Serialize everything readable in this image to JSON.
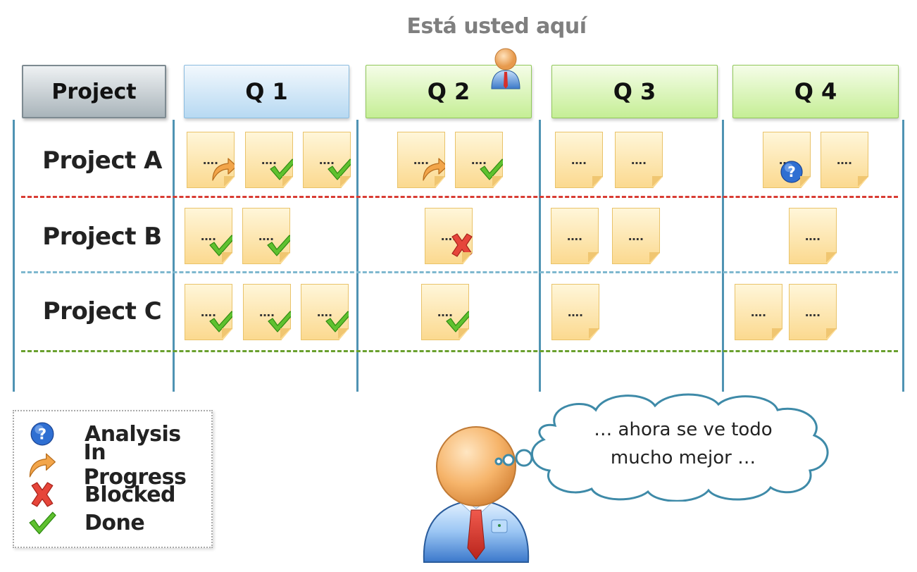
{
  "marker": {
    "label": "Está usted aquí"
  },
  "headers": {
    "project": "Project",
    "quarters": [
      "Q 1",
      "Q 2",
      "Q 3",
      "Q 4"
    ]
  },
  "rows": [
    {
      "label": "Project A"
    },
    {
      "label": "Project B"
    },
    {
      "label": "Project C"
    }
  ],
  "note_text": "….",
  "statuses": {
    "analysis": "Analysis",
    "in_progress": "In Progress",
    "blocked": "Blocked",
    "done": "Done"
  },
  "colors": {
    "row_a_divider": "#d83c34",
    "row_b_divider": "#7fb8cf",
    "row_c_divider": "#6aa02f",
    "grid_line": "#4f93b3"
  },
  "thought": {
    "line1": "… ahora se ve todo",
    "line2": "mucho mejor …"
  }
}
